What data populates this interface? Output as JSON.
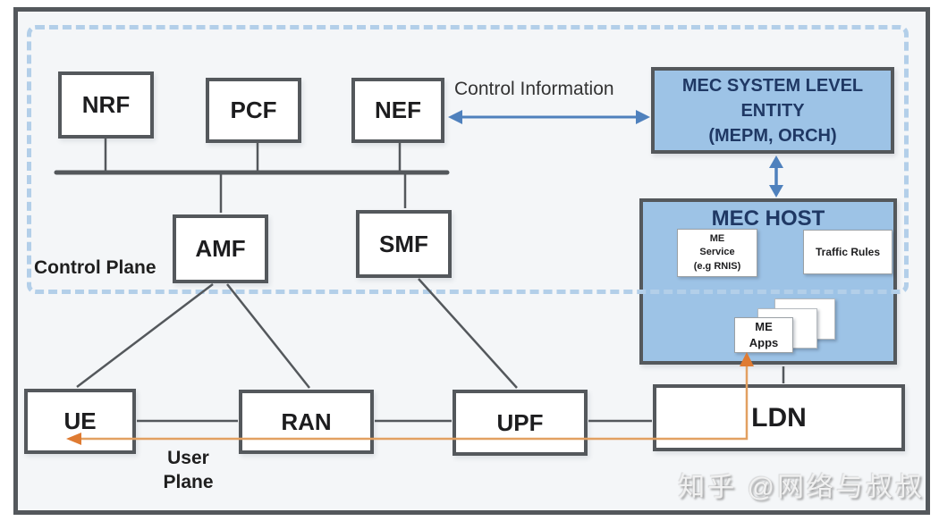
{
  "diagram": {
    "labels": {
      "control_plane": "Control Plane",
      "control_information": "Control Information",
      "user_plane_line1": "User",
      "user_plane_line2": "Plane"
    },
    "nodes": {
      "nrf": "NRF",
      "pcf": "PCF",
      "nef": "NEF",
      "amf": "AMF",
      "smf": "SMF",
      "ue": "UE",
      "ran": "RAN",
      "upf": "UPF",
      "ldn": "LDN"
    },
    "mec_system_entity": {
      "line1": "MEC SYSTEM LEVEL",
      "line2": "ENTITY",
      "line3": "(MEPM, ORCH)"
    },
    "mec_host": {
      "title": "MEC HOST",
      "me_service_line1": "ME",
      "me_service_line2": "Service",
      "me_service_line3": "(e.g RNIS)",
      "traffic_rules": "Traffic Rules",
      "me_apps_line1": "ME",
      "me_apps_line2": "Apps"
    },
    "watermark": "知乎 @网络与叔叔",
    "colors": {
      "box_border": "#54585c",
      "blue_fill": "#9dc3e6",
      "navy_text": "#1f3864",
      "dashed_border": "#b3cfe9",
      "blue_arrow": "#4f81bd",
      "orange_line": "#e2a061",
      "orange_arrowhead": "#df7b32"
    }
  }
}
